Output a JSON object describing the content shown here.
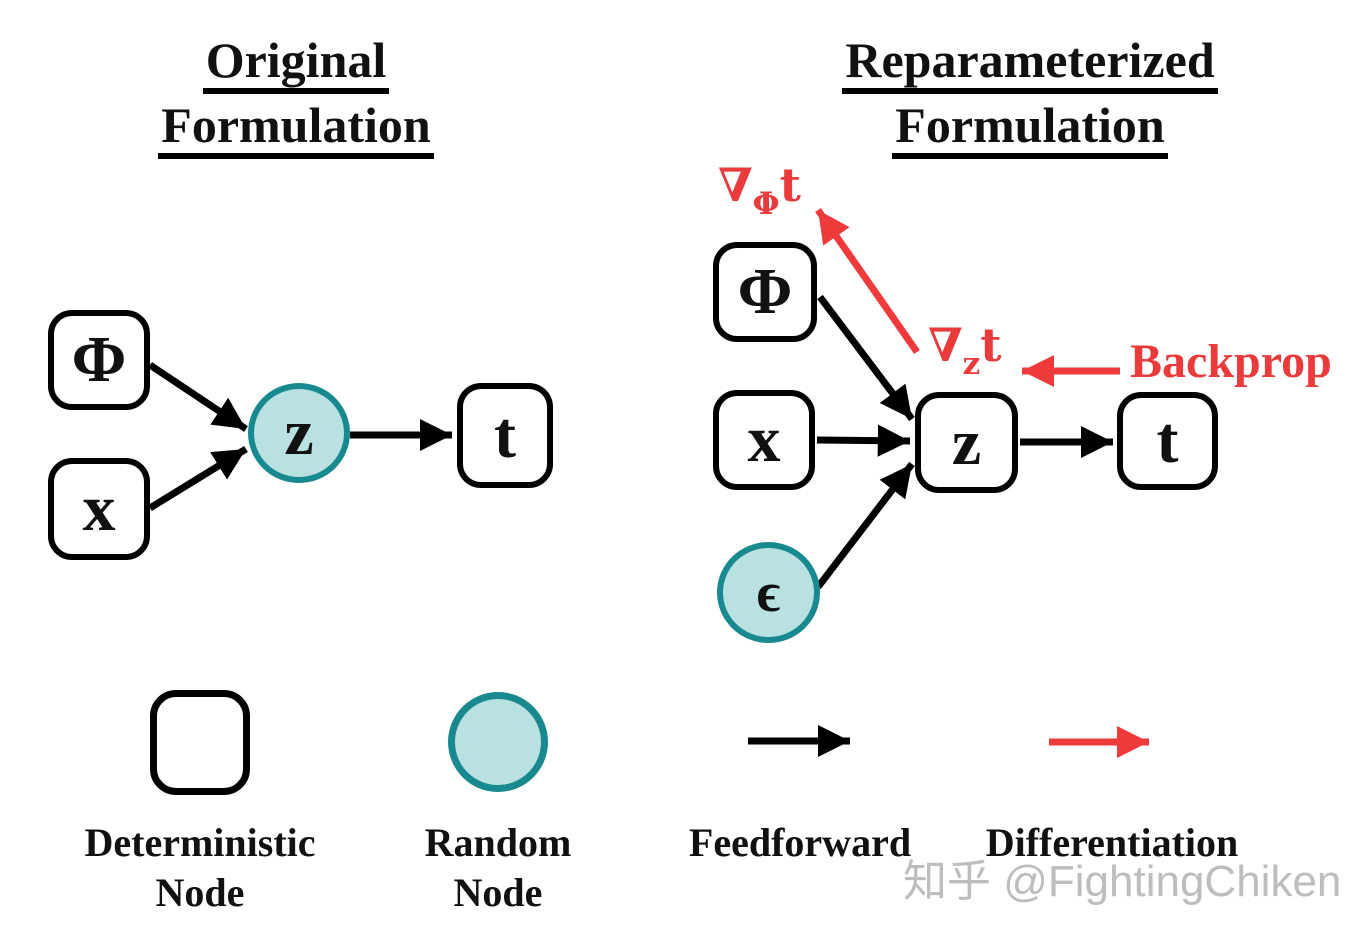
{
  "titles": {
    "left": {
      "line1": "Original",
      "line2": "Formulation"
    },
    "right": {
      "line1": "Reparameterized",
      "line2": "Formulation"
    }
  },
  "original": {
    "phi": "Φ",
    "x": "x",
    "z": "z",
    "t": "t"
  },
  "reparameterized": {
    "phi": "Φ",
    "x": "x",
    "z": "z",
    "t": "t",
    "epsilon": "ϵ",
    "grad_phi": {
      "nabla": "∇",
      "sub": "Φ",
      "arg": "t"
    },
    "grad_z": {
      "nabla": "∇",
      "sub": "z",
      "arg": "t"
    },
    "backprop": "Backprop"
  },
  "edges": [
    {
      "diagram": "original",
      "from": "phi",
      "to": "z",
      "type": "feedforward",
      "color": "black"
    },
    {
      "diagram": "original",
      "from": "x",
      "to": "z",
      "type": "feedforward",
      "color": "black"
    },
    {
      "diagram": "original",
      "from": "z",
      "to": "t",
      "type": "feedforward",
      "color": "black"
    },
    {
      "diagram": "reparameterized",
      "from": "phi",
      "to": "z",
      "type": "feedforward",
      "color": "black"
    },
    {
      "diagram": "reparameterized",
      "from": "x",
      "to": "z",
      "type": "feedforward",
      "color": "black"
    },
    {
      "diagram": "reparameterized",
      "from": "epsilon",
      "to": "z",
      "type": "feedforward",
      "color": "black"
    },
    {
      "diagram": "reparameterized",
      "from": "z",
      "to": "t",
      "type": "feedforward",
      "color": "black"
    },
    {
      "diagram": "reparameterized",
      "from": "z",
      "to": "grad_phi_t",
      "type": "differentiation",
      "color": "red"
    },
    {
      "diagram": "reparameterized",
      "from": "backprop",
      "to": "grad_z_t",
      "type": "differentiation",
      "color": "red"
    }
  ],
  "legend": {
    "deterministic": {
      "line1": "Deterministic",
      "line2": "Node"
    },
    "random": {
      "line1": "Random",
      "line2": "Node"
    },
    "feedforward": "Feedforward",
    "differentiation": "Differentiation"
  },
  "watermark": "知乎 @FightingChiken",
  "colors": {
    "node_fill_random": "#b9e1e2",
    "node_border_random": "#18898f",
    "arrow_black": "#000000",
    "arrow_red": "#ee3a3a",
    "text_red": "#e93a3c",
    "watermark_gray": "#bdbdbd"
  }
}
